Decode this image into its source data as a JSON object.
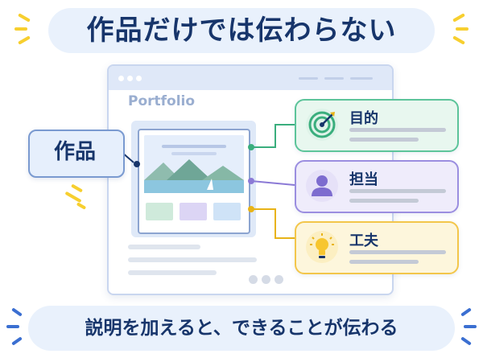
{
  "title": "作品だけでは伝わらない",
  "browser": {
    "logo": "Portfolio"
  },
  "work_label": "作品",
  "cards": [
    {
      "title": "目的",
      "icon": "target-icon",
      "color": "#5cc49a"
    },
    {
      "title": "担当",
      "icon": "person-icon",
      "color": "#9b8ee0"
    },
    {
      "title": "工夫",
      "icon": "lightbulb-icon",
      "color": "#f3c64a"
    }
  ],
  "bottom_message": "説明を加えると、できることが伝わる",
  "colors": {
    "navy": "#17356b",
    "accent_blue": "#3b6fd1",
    "yellow": "#f7cf2f",
    "light_blue": "#e9f1fc"
  }
}
